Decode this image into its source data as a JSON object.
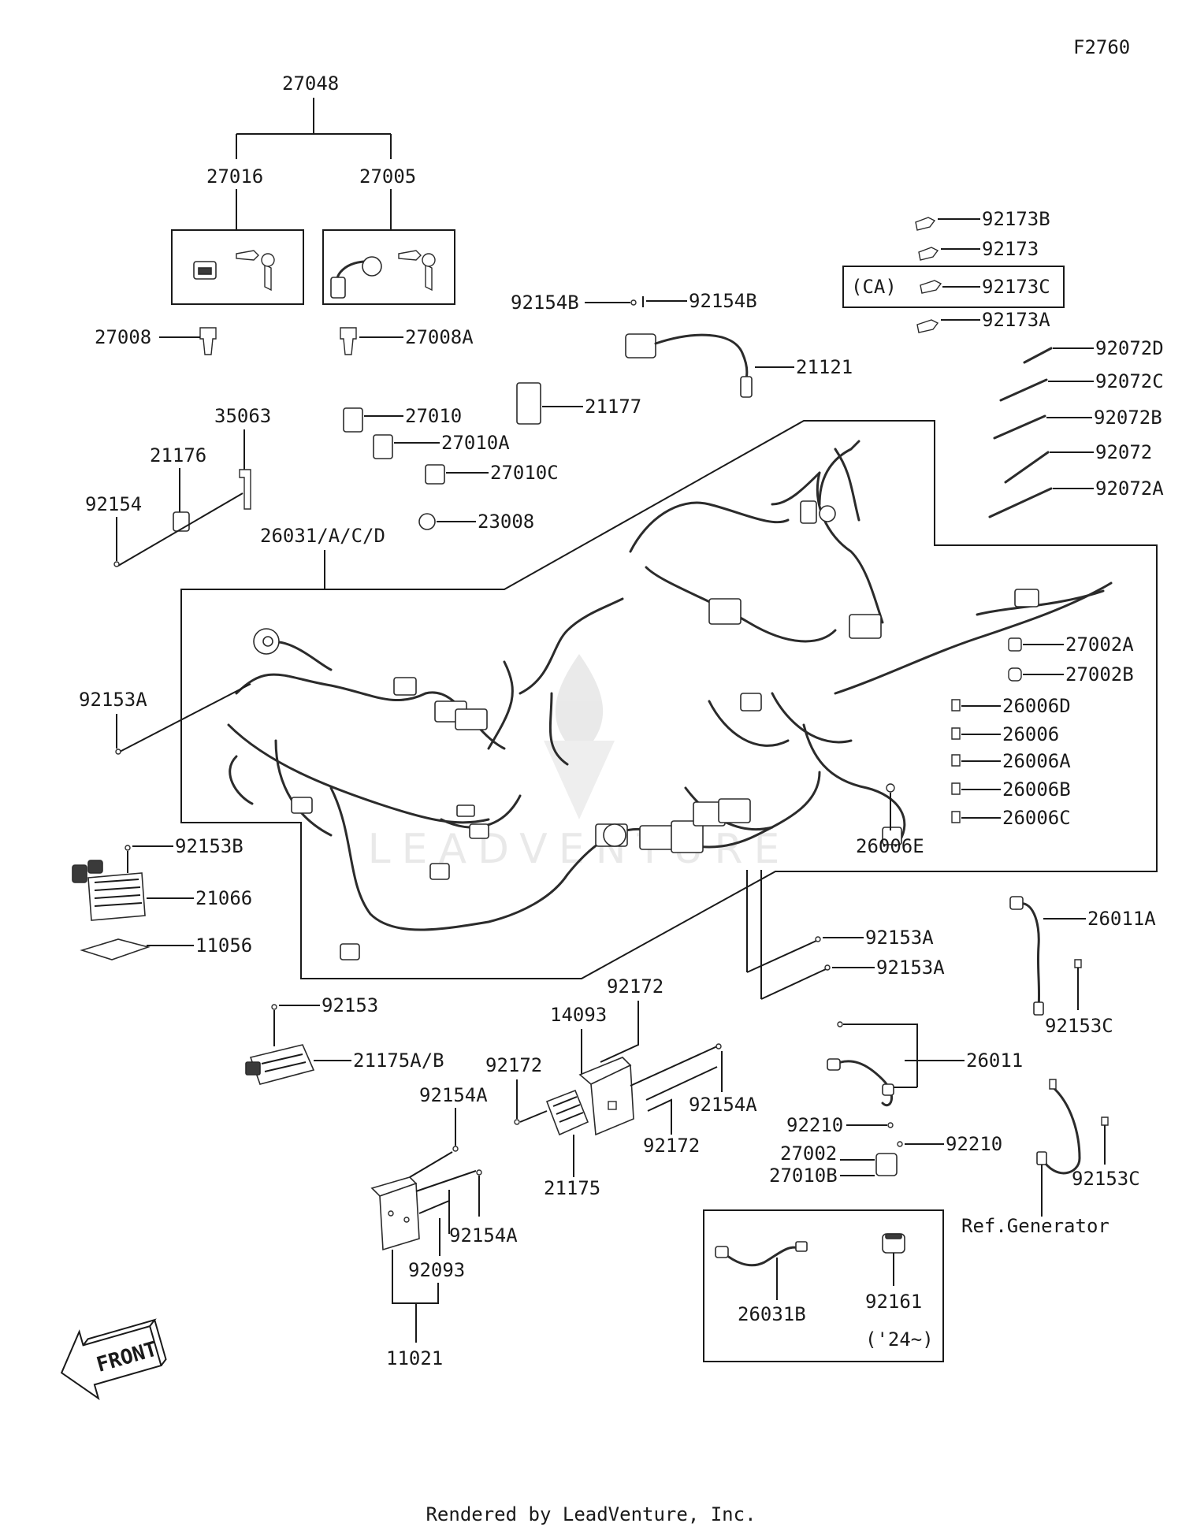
{
  "diagram_code": "F2760",
  "footer": "Rendered by LeadVenture, Inc.",
  "watermark": "LEADVENTURE",
  "front_arrow_label": "FRONT",
  "labels": {
    "l27048": "27048",
    "l27016": "27016",
    "l27005": "27005",
    "l27008": "27008",
    "l27008A": "27008A",
    "l35063": "35063",
    "l21176": "21176",
    "l92154": "92154",
    "l27010": "27010",
    "l27010A": "27010A",
    "l27010C": "27010C",
    "l23008": "23008",
    "l21177": "21177",
    "l92154B_left": "92154B",
    "l92154B_right": "92154B",
    "l21121": "21121",
    "l92173B": "92173B",
    "l92173": "92173",
    "lCA": "(CA)",
    "l92173C": "92173C",
    "l92173A": "92173A",
    "l92072D": "92072D",
    "l92072C": "92072C",
    "l92072B": "92072B",
    "l92072": "92072",
    "l92072A": "92072A",
    "l26031ACD": "26031/A/C/D",
    "l92153A_left": "92153A",
    "l27002A": "27002A",
    "l27002B": "27002B",
    "l26006D": "26006D",
    "l26006": "26006",
    "l26006A": "26006A",
    "l26006B": "26006B",
    "l26006C": "26006C",
    "l26006E": "26006E",
    "l92153B": "92153B",
    "l21066": "21066",
    "l11056": "11056",
    "l92153A_mid1": "92153A",
    "l92153A_mid2": "92153A",
    "l26011A": "26011A",
    "l92153C_top": "92153C",
    "l92153": "92153",
    "l21175AB": "21175A/B",
    "l92172_top": "92172",
    "l14093": "14093",
    "l92172_left": "92172",
    "l92154A_right": "92154A",
    "l92172_bottom": "92172",
    "l21175": "21175",
    "l92154A_left": "92154A",
    "l92154A_bottom": "92154A",
    "l92093": "92093",
    "l11021": "11021",
    "l26011": "26011",
    "l92210_left": "92210",
    "l92210_right": "92210",
    "l27002": "27002",
    "l27010B": "27010B",
    "l92153C_bottom": "92153C",
    "lRefGen": "Ref.Generator",
    "l26031B": "26031B",
    "l92161": "92161",
    "l24": "('24~)"
  }
}
